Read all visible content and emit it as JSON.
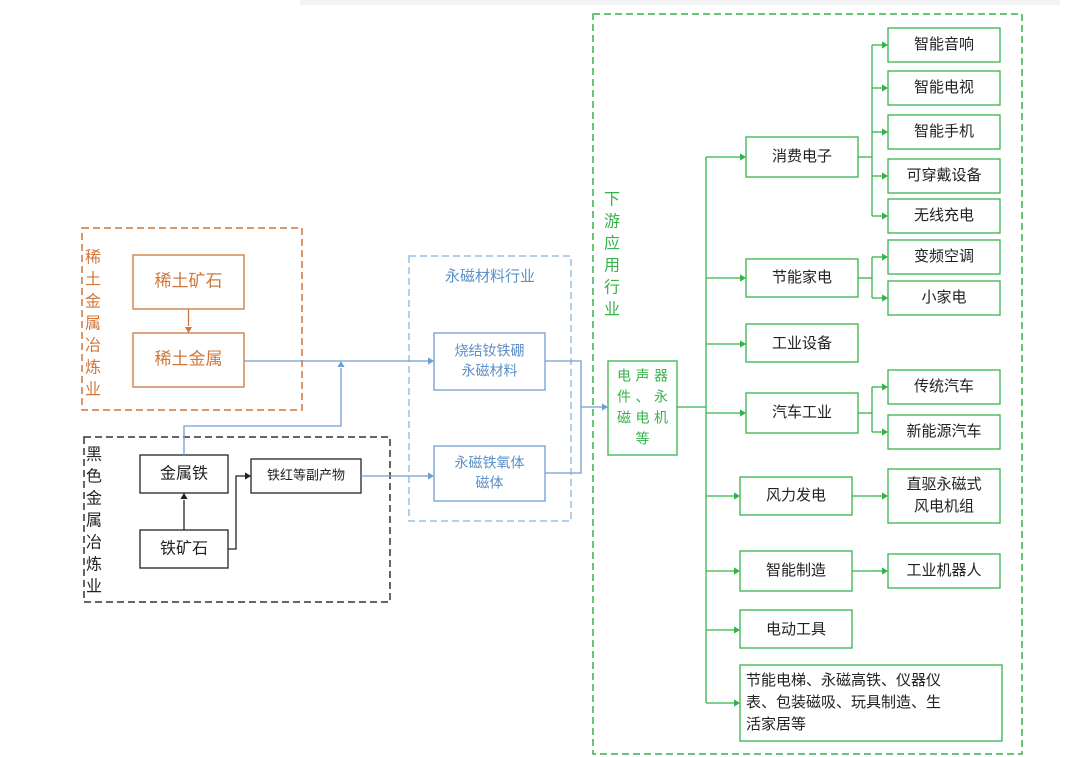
{
  "rare_earth": {
    "title": "稀土金属冶炼业",
    "ore": "稀土矿石",
    "metal": "稀土金属"
  },
  "ferrous": {
    "title": "黑色金属冶炼业",
    "iron": "金属铁",
    "iron_ore": "铁矿石",
    "byproduct": "铁红等副产物"
  },
  "magnet_industry": {
    "title": "永磁材料行业",
    "ndfeb": [
      "烧结钕铁硼",
      "永磁材料"
    ],
    "ferrite": [
      "永磁铁氧体",
      "磁体"
    ]
  },
  "downstream": {
    "title": "下游应用行业",
    "hub": [
      "电 声 器",
      "件 、 永",
      "磁 电 机",
      "等"
    ],
    "categories": [
      {
        "label": "消费电子",
        "children": [
          "智能音响",
          "智能电视",
          "智能手机",
          "可穿戴设备",
          "无线充电"
        ]
      },
      {
        "label": "节能家电",
        "children": [
          "变频空调",
          "小家电"
        ]
      },
      {
        "label": "工业设备",
        "children": []
      },
      {
        "label": "汽车工业",
        "children": [
          "传统汽车",
          "新能源汽车"
        ]
      },
      {
        "label": "风力发电",
        "children": [
          [
            "直驱永磁式",
            "风电机组"
          ]
        ]
      },
      {
        "label": "智能制造",
        "children": [
          "工业机器人"
        ]
      },
      {
        "label": "电动工具",
        "children": []
      },
      {
        "label": [
          "节能电梯、永磁高铁、仪器仪",
          "表、包装磁吸、玩具制造、生",
          "活家居等"
        ],
        "children": []
      }
    ]
  },
  "colors": {
    "rare_earth": "#d0773a",
    "black": "#222222",
    "blue": "#6f9fd0",
    "blue_text": "#5b8fc7",
    "green": "#35b34a",
    "gray": "#666666"
  }
}
